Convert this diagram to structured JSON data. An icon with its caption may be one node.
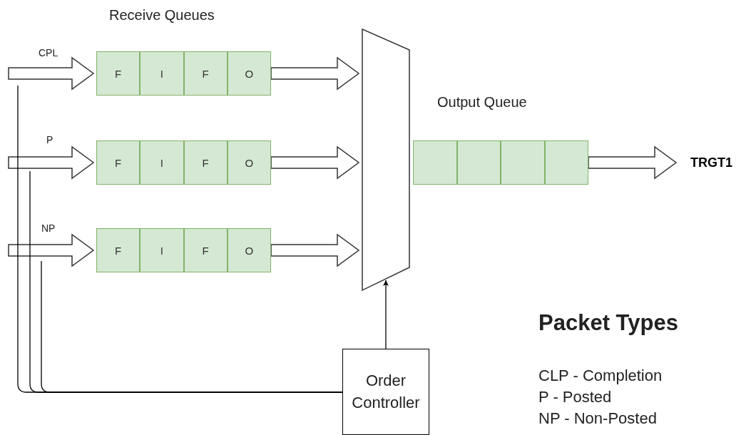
{
  "diagram": {
    "nodes": [
      {
        "text": [
          "F"
        ]
      },
      {
        "text": [
          "I"
        ]
      },
      {
        "text": [
          "F"
        ]
      },
      {
        "text": [
          "O"
        ]
      },
      {
        "text": [
          "F"
        ]
      },
      {
        "text": [
          "I"
        ]
      },
      {
        "text": [
          "F"
        ]
      },
      {
        "text": [
          "O"
        ]
      },
      {
        "text": [
          "F"
        ]
      },
      {
        "text": [
          "I"
        ]
      },
      {
        "text": [
          "F"
        ]
      },
      {
        "text": [
          "O"
        ]
      },
      {
        "text": [],
        "shape": "trapezoid"
      },
      {
        "text": [],
        "shape": "box"
      },
      {
        "text": [],
        "shape": "box"
      },
      {
        "text": [],
        "shape": "box"
      },
      {
        "text": [],
        "shape": "box"
      },
      {
        "text": [
          "TRGT1"
        ]
      },
      {
        "text": [
          "Order Controller"
        ]
      }
    ],
    "edges": [
      {
        "from": null,
        "to": 0,
        "arrow": "to",
        "label": "CPL",
        "style": "thick"
      },
      {
        "from": null,
        "to": 4,
        "arrow": "to",
        "label": "P",
        "style": "thick"
      },
      {
        "from": null,
        "to": 8,
        "arrow": "to",
        "label": "NP",
        "style": "thick"
      },
      {
        "from": 3,
        "to": 12,
        "arrow": "to",
        "style": "thick"
      },
      {
        "from": 7,
        "to": 12,
        "arrow": "to",
        "style": "thick"
      },
      {
        "from": 11,
        "to": 12,
        "arrow": "to",
        "style": "thick"
      },
      {
        "from": 16,
        "to": 17,
        "arrow": "to",
        "style": "thick"
      },
      {
        "from": 18,
        "to": 12,
        "arrow": "to"
      },
      {
        "from": null,
        "to": 18,
        "arrow": "none"
      },
      {
        "from": null,
        "to": 18,
        "arrow": "none"
      },
      {
        "from": null,
        "to": 18,
        "arrow": "none"
      }
    ],
    "labels": [
      "Receive Queues",
      "Output Queue",
      "Packet Types",
      "CLP - Completion",
      "P - Posted",
      "NP - Non-Posted"
    ]
  }
}
